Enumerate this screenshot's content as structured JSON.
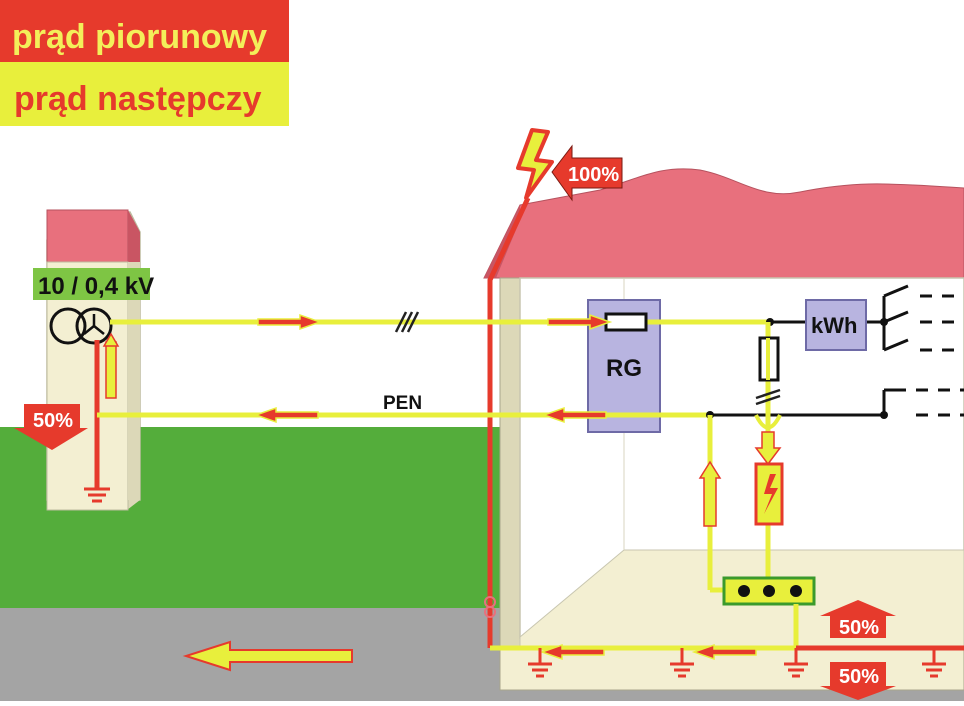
{
  "legend": {
    "lightning_current": "prąd piorunowy",
    "follow_current": "prąd następczy"
  },
  "transformer": {
    "voltage": "10 / 0,4 kV"
  },
  "labels": {
    "pen": "PEN",
    "rg": "RG",
    "kwh": "kWh"
  },
  "percent": {
    "strike": "100%",
    "transformer_ground": "50%",
    "house_upper": "50%",
    "house_lower": "50%"
  },
  "colors": {
    "lightning": "#e63a2c",
    "follow": "#e8ef3c",
    "roof": "#e8707d",
    "wall": "#f3efd2",
    "grass": "#54ad3b",
    "ground": "#a4a4a4",
    "switchboard": "#b8b4e0",
    "transformer_label_bg": "#7ec544"
  }
}
